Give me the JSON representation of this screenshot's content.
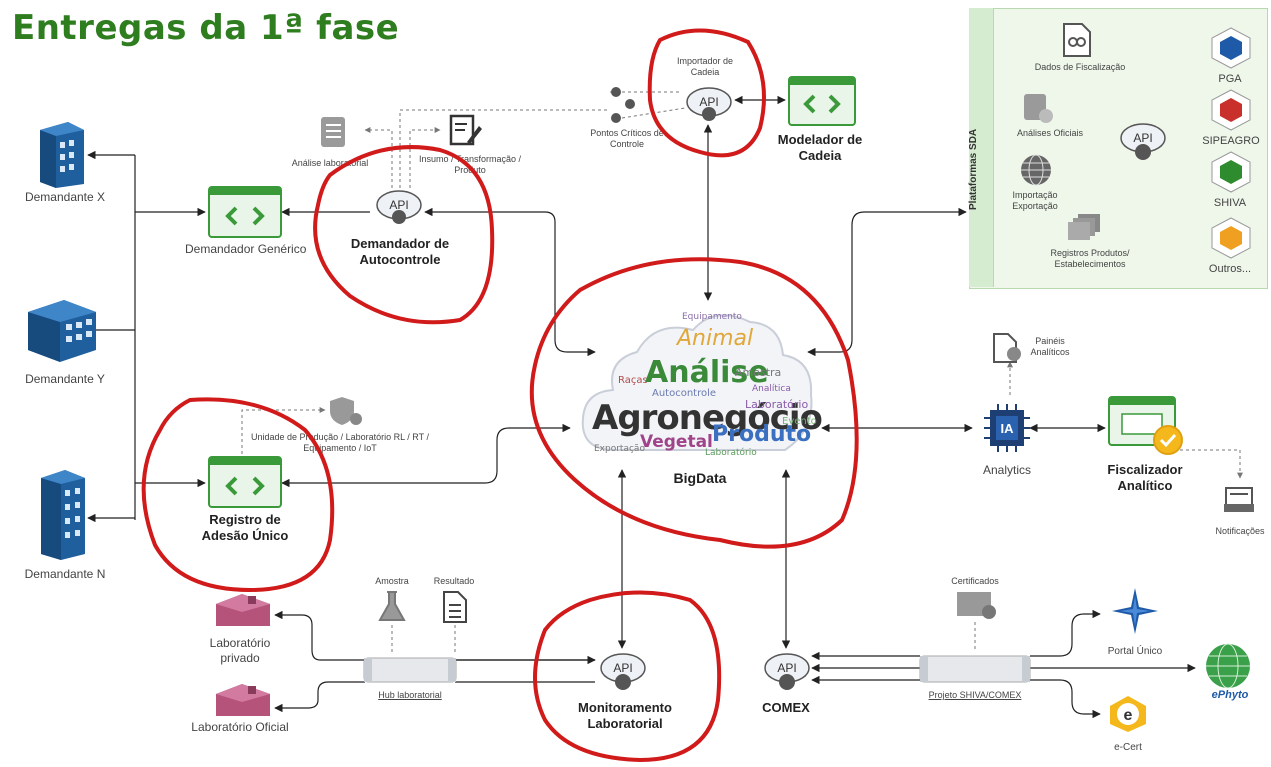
{
  "title": "Entregas da 1ª fase",
  "demandantes": [
    "Demandante X",
    "Demandante Y",
    "Demandante N"
  ],
  "demandador_generico": "Demandador Genérico",
  "demandador_autocontrole": "Demandador de Autocontrole",
  "analise_laboratorial": "Análise laboratorial",
  "insumo": "Insumo / Transformação / Produto",
  "api_label": "API",
  "pontos_criticos": "Pontos Críticos de Controle",
  "importador_cadeia": "Importador de Cadeia",
  "modelador_cadeia": "Modelador de Cadeia",
  "plataformas_sda": "Plataformas SDA",
  "sda_items": [
    "Dados de Fiscalização",
    "Análises Oficiais",
    "Importação Exportação",
    "Registros Produtos/ Estabelecimentos"
  ],
  "sda_systems": [
    "PGA",
    "SIPEAGRO",
    "SHIVA",
    "Outros..."
  ],
  "paineis_analiticos": "Painéis Analíticos",
  "analytics": "Analytics",
  "ia_label": "IA",
  "fiscalizador": "Fiscalizador Analítico",
  "notificacoes": "Notificações",
  "bigdata": "BigData",
  "cloud_words": [
    "Agronegócio",
    "Análise",
    "Animal",
    "Produto",
    "Vegetal",
    "Raças",
    "Amostra",
    "Autocontrole",
    "Laboratório",
    "Evento",
    "Analítica",
    "Exportação",
    "Laboratório",
    "Equipamento"
  ],
  "unidade_producao": "Unidade de Produção / Laboratório RL / RT / Equipamento / IoT",
  "registro_adesao": "Registro de Adesão Único",
  "amostra": "Amostra",
  "resultado": "Resultado",
  "lab_privado": "Laboratório privado",
  "lab_oficial": "Laboratório Oficial",
  "hub_laboratorial": "Hub laboratorial",
  "monitoramento": "Monitoramento Laboratorial",
  "certificados": "Certificados",
  "comex": "COMEX",
  "projeto_shiva": "Projeto SHIVA/COMEX",
  "portal_unico": "Portal Único",
  "ephyto": "ePhyto",
  "ecert": "e-Cert",
  "colors": {
    "title_green": "#2e7d1f",
    "highlight_red": "#d11a1a",
    "app_green": "#3a9a3a",
    "building_blue": "#1f5f9e",
    "lab_pink": "#b5537a"
  }
}
